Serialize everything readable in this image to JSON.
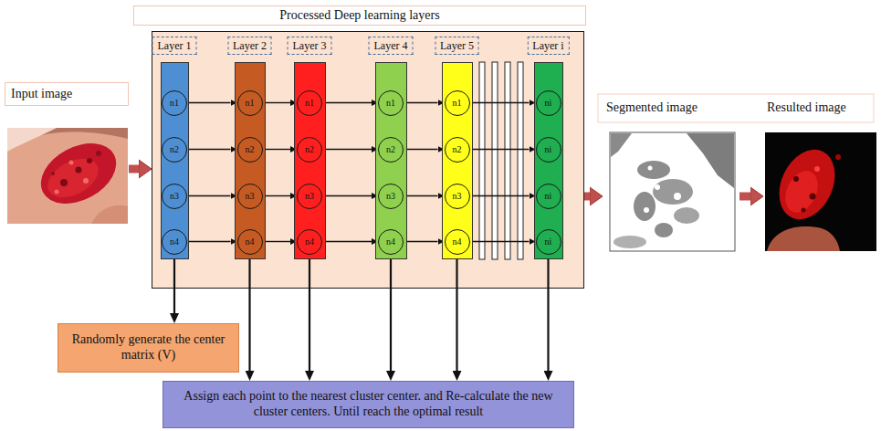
{
  "diagram": {
    "nodes": [
      {
        "text": [
          "Input image"
        ]
      },
      {
        "text": [
          "Processed Deep learning layers"
        ]
      },
      {
        "text": [
          "Layer 1"
        ],
        "in": 1
      },
      {
        "text": [
          "n1"
        ],
        "in": 2
      },
      {
        "text": [
          "n2"
        ],
        "in": 2
      },
      {
        "text": [
          "n3"
        ],
        "in": 2
      },
      {
        "text": [
          "n4"
        ],
        "in": 2
      },
      {
        "text": [
          "Layer 2"
        ],
        "in": 1
      },
      {
        "text": [
          "n1"
        ],
        "in": 7
      },
      {
        "text": [
          "n2"
        ],
        "in": 7
      },
      {
        "text": [
          "n3"
        ],
        "in": 7
      },
      {
        "text": [
          "n4"
        ],
        "in": 7
      },
      {
        "text": [
          "Layer 3"
        ],
        "in": 1
      },
      {
        "text": [
          "n1"
        ],
        "in": 12
      },
      {
        "text": [
          "n2"
        ],
        "in": 12
      },
      {
        "text": [
          "n3"
        ],
        "in": 12
      },
      {
        "text": [
          "n4"
        ],
        "in": 12
      },
      {
        "text": [
          "Layer 4"
        ],
        "in": 1
      },
      {
        "text": [
          "n1"
        ],
        "in": 17
      },
      {
        "text": [
          "n2"
        ],
        "in": 17
      },
      {
        "text": [
          "n3"
        ],
        "in": 17
      },
      {
        "text": [
          "n4"
        ],
        "in": 17
      },
      {
        "text": [
          "Layer 5"
        ],
        "in": 1
      },
      {
        "text": [
          "n1"
        ],
        "in": 22
      },
      {
        "text": [
          "n2"
        ],
        "in": 22
      },
      {
        "text": [
          "n3"
        ],
        "in": 22
      },
      {
        "text": [
          "n4"
        ],
        "in": 22
      },
      {
        "text": [
          "Layer i"
        ],
        "in": 1
      },
      {
        "text": [
          "ni"
        ],
        "in": 27
      },
      {
        "text": [
          "ni"
        ],
        "in": 27
      },
      {
        "text": [
          "ni"
        ],
        "in": 27
      },
      {
        "text": [
          "ni"
        ],
        "in": 27
      },
      {
        "text": [
          "Segmented image"
        ]
      },
      {
        "text": [
          "Resulted image"
        ]
      },
      {
        "text": [
          "Randomly generate the center matrix (V)"
        ]
      },
      {
        "text": [
          "Assign each point to the nearest cluster center. and Re-calculate the new cluster centers. Until reach the optimal result"
        ]
      }
    ],
    "edges": [
      {
        "from": 0,
        "to": 1,
        "arrow": "to"
      },
      {
        "from": 3,
        "to": 8,
        "arrow": "to"
      },
      {
        "from": 4,
        "to": 9,
        "arrow": "to"
      },
      {
        "from": 5,
        "to": 10,
        "arrow": "to"
      },
      {
        "from": 6,
        "to": 11,
        "arrow": "to"
      },
      {
        "from": 8,
        "to": 13,
        "arrow": "to"
      },
      {
        "from": 9,
        "to": 14,
        "arrow": "to"
      },
      {
        "from": 10,
        "to": 15,
        "arrow": "to"
      },
      {
        "from": 11,
        "to": 16,
        "arrow": "to"
      },
      {
        "from": 13,
        "to": 18,
        "arrow": "to"
      },
      {
        "from": 14,
        "to": 19,
        "arrow": "to"
      },
      {
        "from": 15,
        "to": 20,
        "arrow": "to"
      },
      {
        "from": 16,
        "to": 21,
        "arrow": "to"
      },
      {
        "from": 18,
        "to": 23,
        "arrow": "to"
      },
      {
        "from": 19,
        "to": 24,
        "arrow": "to"
      },
      {
        "from": 20,
        "to": 25,
        "arrow": "to"
      },
      {
        "from": 21,
        "to": 26,
        "arrow": "to"
      },
      {
        "from": 23,
        "to": 28,
        "arrow": "to"
      },
      {
        "from": 24,
        "to": 29,
        "arrow": "to"
      },
      {
        "from": 25,
        "to": 30,
        "arrow": "to"
      },
      {
        "from": 26,
        "to": 31,
        "arrow": "to"
      },
      {
        "from": 1,
        "to": 32,
        "arrow": "to"
      },
      {
        "from": 32,
        "to": 33,
        "arrow": "to"
      },
      {
        "from": 2,
        "to": 34,
        "arrow": "to"
      },
      {
        "from": 7,
        "to": 35,
        "arrow": "to"
      },
      {
        "from": 12,
        "to": 35,
        "arrow": "to"
      },
      {
        "from": 17,
        "to": 35,
        "arrow": "to"
      },
      {
        "from": 22,
        "to": 35,
        "arrow": "to"
      },
      {
        "from": 27,
        "to": 35,
        "arrow": "to"
      }
    ]
  }
}
